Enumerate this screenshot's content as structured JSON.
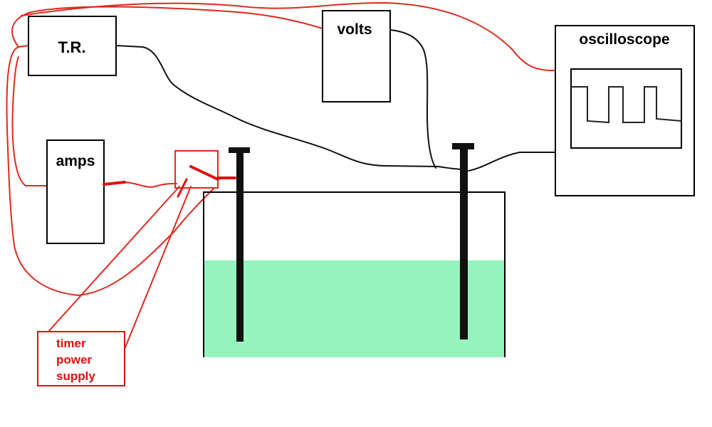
{
  "labels": {
    "tr": "T.R.",
    "volts": "volts",
    "amps": "amps",
    "oscilloscope": "oscilloscope",
    "timer_line1": "timer",
    "timer_line2": "power",
    "timer_line3": "supply"
  },
  "colors": {
    "red_wire": "#dd2a1e",
    "black_wire": "#111111",
    "electrolyte": "#94f4bc",
    "timer_text": "#e01010"
  }
}
